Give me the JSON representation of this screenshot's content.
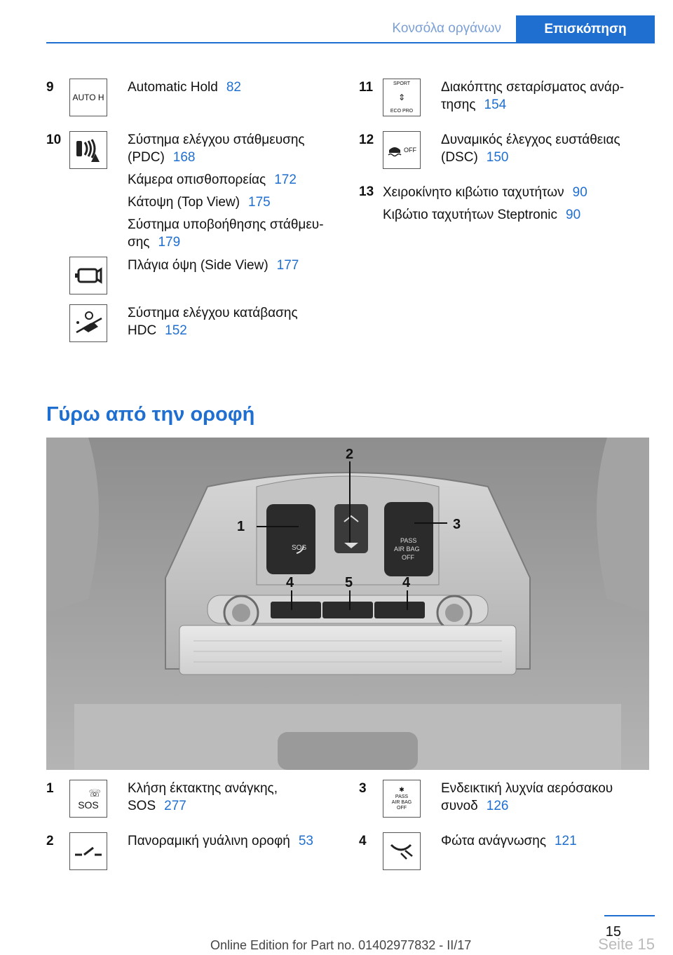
{
  "header": {
    "chapter": "Κονσόλα οργάνων",
    "tab": "Επισκόπηση"
  },
  "entries_top_left": [
    {
      "num": "9",
      "icon": "auto-hold-icon",
      "icon_text": "AUTO H",
      "lines": [
        {
          "text": "Automatic Hold",
          "page": "82"
        }
      ]
    },
    {
      "num": "10",
      "icon": "pdc-icon",
      "lines": [
        {
          "text": "Σύστημα ελέγχου στάθμευσης (PDC)",
          "page": "168"
        },
        {
          "text": "Κάμερα οπισθοπορείας",
          "page": "172"
        },
        {
          "text": "Κάτοψη (Top View)",
          "page": "175"
        },
        {
          "text": "Σύστημα υποβοήθησης στάθμευ‐σης",
          "page": "179"
        }
      ]
    },
    {
      "num": "",
      "icon": "side-view-icon",
      "lines": [
        {
          "text": "Πλάγια όψη (Side View)",
          "page": "177"
        }
      ]
    },
    {
      "num": "",
      "icon": "hdc-icon",
      "lines": [
        {
          "text": "Σύστημα ελέγχου κατάβασης HDC",
          "page": "152"
        }
      ]
    }
  ],
  "entries_top_right": [
    {
      "num": "11",
      "icon": "sport-ecopro-icon",
      "icon_text_top": "SPORT",
      "icon_text_bottom": "ECO PRO",
      "lines": [
        {
          "text": "Διακόπτης σεταρίσματος ανάρ‐τησης",
          "page": "154"
        }
      ]
    },
    {
      "num": "12",
      "icon": "dsc-off-icon",
      "icon_text": "OFF",
      "lines": [
        {
          "text": "Δυναμικός έλεγχος ευστάθειας (DSC)",
          "page": "150"
        }
      ]
    },
    {
      "num": "13",
      "icon": "",
      "lines": [
        {
          "text": "Χειροκίνητο κιβώτιο ταχυτήτων",
          "page": "90"
        },
        {
          "text": "Κιβώτιο ταχυτήτων Steptronic",
          "page": "90"
        }
      ]
    }
  ],
  "section_title": "Γύρω από την οροφή",
  "photo": {
    "callouts": [
      "1",
      "2",
      "3",
      "4",
      "5",
      "4"
    ],
    "sos_label": "SOS",
    "airbag_label_1": "PASS",
    "airbag_label_2": "AIR BAG",
    "airbag_label_3": "OFF"
  },
  "entries_bottom_left": [
    {
      "num": "1",
      "icon": "sos-icon",
      "icon_text": "SOS",
      "lines": [
        {
          "text": "Κλήση έκτακτης ανάγκης, SOS",
          "page": "277"
        }
      ]
    },
    {
      "num": "2",
      "icon": "panoramic-roof-icon",
      "lines": [
        {
          "text": "Πανοραμική γυάλινη οροφή",
          "page": "53"
        }
      ]
    }
  ],
  "entries_bottom_right": [
    {
      "num": "3",
      "icon": "airbag-off-icon",
      "icon_text_1": "PASS",
      "icon_text_2": "AIR BAG",
      "icon_text_3": "OFF",
      "lines": [
        {
          "text": "Ενδεικτική λυχνία αερόσακου συνοδ",
          "page": "126"
        }
      ]
    },
    {
      "num": "4",
      "icon": "reading-light-icon",
      "lines": [
        {
          "text": "Φώτα ανάγνωσης",
          "page": "121"
        }
      ]
    }
  ],
  "footer": {
    "page_number": "15",
    "edition": "Online Edition for Part no. 01402977832 - II/17",
    "watermark": "Seite 15"
  }
}
